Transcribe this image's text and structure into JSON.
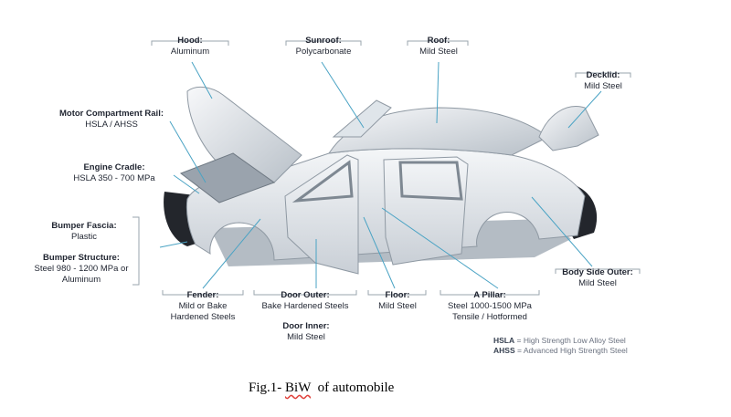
{
  "labels": {
    "hood": {
      "title": "Hood:",
      "material": "Aluminum"
    },
    "sunroof": {
      "title": "Sunroof:",
      "material": "Polycarbonate"
    },
    "roof": {
      "title": "Roof:",
      "material": "Mild Steel"
    },
    "decklid": {
      "title": "Decklid:",
      "material": "Mild Steel"
    },
    "motor_rail": {
      "title": "Motor Compartment Rail:",
      "material": "HSLA / AHSS"
    },
    "engine_cradle": {
      "title": "Engine Cradle:",
      "material": "HSLA 350 - 700 MPa"
    },
    "bumper_fascia": {
      "title": "Bumper Fascia:",
      "material": "Plastic"
    },
    "bumper_structure": {
      "title": "Bumper Structure:",
      "material_line1": "Steel 980 - 1200 MPa or",
      "material_line2": "Aluminum"
    },
    "fender": {
      "title": "Fender:",
      "material_line1": "Mild or Bake",
      "material_line2": "Hardened Steels"
    },
    "door_outer": {
      "title": "Door Outer:",
      "material": "Bake Hardened Steels"
    },
    "door_inner": {
      "title": "Door Inner:",
      "material": "Mild Steel"
    },
    "floor": {
      "title": "Floor:",
      "material": "Mild Steel"
    },
    "a_pillar": {
      "title": "A Pillar:",
      "material_line1": "Steel 1000-1500 MPa",
      "material_line2": "Tensile / Hotformed"
    },
    "body_side_outer": {
      "title": "Body Side Outer:",
      "material": "Mild Steel"
    }
  },
  "legend": {
    "hsla_abbr": "HSLA",
    "hsla_text": "= High Strength Low Alloy Steel",
    "ahss_abbr": "AHSS",
    "ahss_text": "= Advanced High Strength Steel"
  },
  "caption": {
    "prefix": "Fig.1- ",
    "acronym": "BiW",
    "suffix": "  of automobile"
  },
  "colors": {
    "leader_line": "#4aa3c4",
    "bracket": "#9aa4ae",
    "body_panel": "#e3e7ec",
    "shadow": "#1a1d22"
  }
}
